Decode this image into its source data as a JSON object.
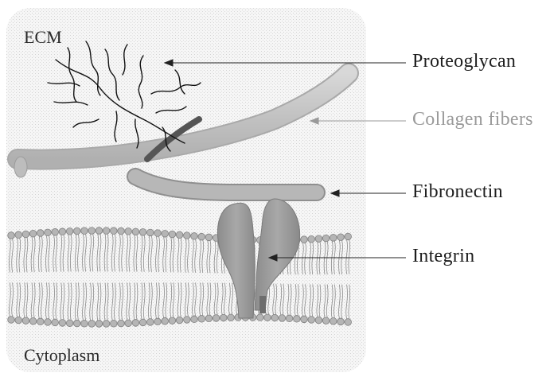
{
  "regions": {
    "ecm": "ECM",
    "cytoplasm": "Cytoplasm"
  },
  "callouts": {
    "proteoglycan": "Proteoglycan",
    "collagen": "Collagen fibers",
    "fibronectin": "Fibronectin",
    "integrin": "Integrin"
  },
  "colors": {
    "background_stipple": "#ececec",
    "collagen": "#c4c4c4",
    "fibronectin": "#a9a9a9",
    "integrin": "#979797",
    "lipid_head": "#b5b5b5",
    "proteoglycan_strand": "#111111",
    "collagen_label": "#9a9a9a"
  }
}
